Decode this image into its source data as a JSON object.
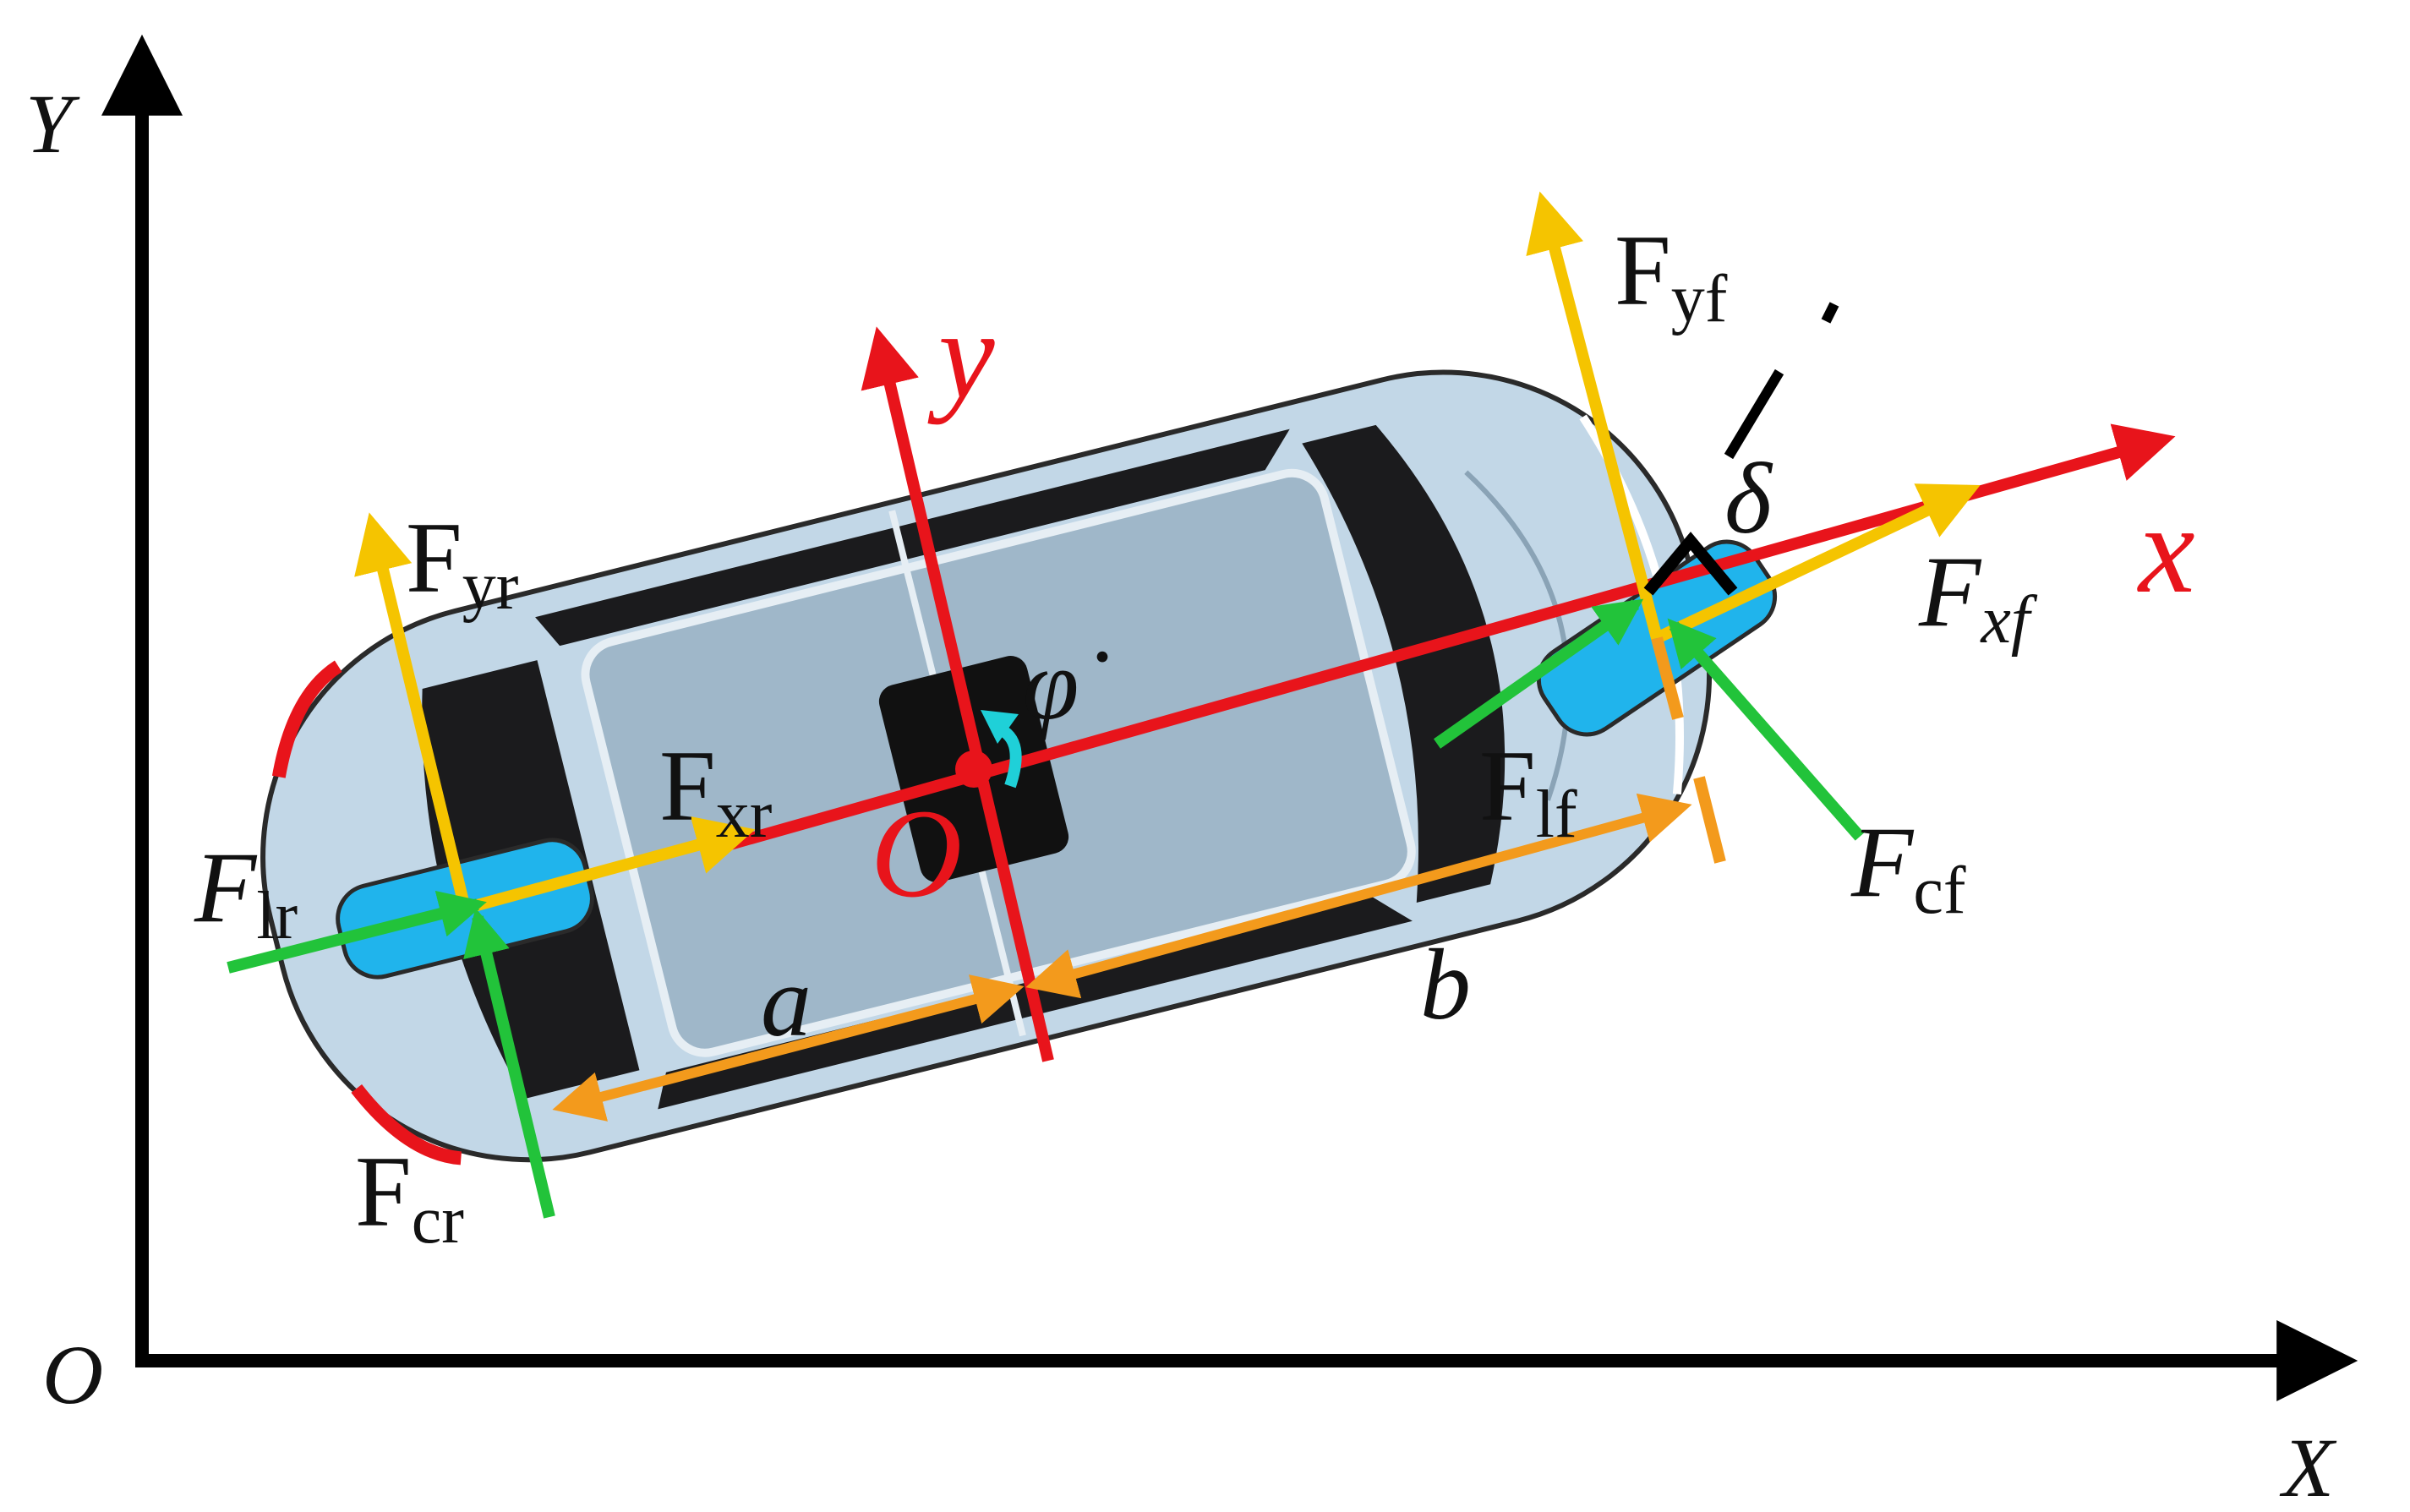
{
  "global_axes": {
    "y_label": "Y",
    "x_label": "X",
    "origin_label": "O"
  },
  "body_axes": {
    "x_label": "x",
    "y_label": "y",
    "origin_label": "O"
  },
  "yaw_rate_label": "φ̇",
  "steer_angle_label": "δ",
  "distance_labels": {
    "a": "a",
    "b": "b"
  },
  "forces": {
    "Fyr": {
      "main": "F",
      "sub": "yr"
    },
    "Fxr": {
      "main": "F",
      "sub": "xr"
    },
    "Flr": {
      "main": "F",
      "sub": "lr"
    },
    "Fcr": {
      "main": "F",
      "sub": "cr"
    },
    "Fyf": {
      "main": "F",
      "sub": "yf"
    },
    "Fxf": {
      "main": "F",
      "sub": "xf"
    },
    "Flf": {
      "main": "F",
      "sub": "lf"
    },
    "Fcf": {
      "main": "F",
      "sub": "cf"
    }
  },
  "colors": {
    "axes": "#000000",
    "body_axes": "#e8141b",
    "wheel_frame": "#f5c400",
    "tire_force": "#22c33a",
    "dimension": "#f39a1c",
    "wheel": "#20b4ec",
    "car_body": "#c2d7e7",
    "yaw_arrow": "#1fd0d8"
  }
}
